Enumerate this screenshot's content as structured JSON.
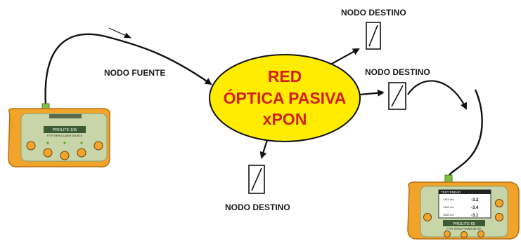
{
  "network": {
    "line1": "RED",
    "line2": "ÓPTICA PASIVA",
    "line3": "xPON",
    "fill_color": "#ffec00",
    "text_color": "#d42020"
  },
  "labels": {
    "source": "NODO FUENTE",
    "dest_top": "NODO DESTINO",
    "dest_mid": "NODO DESTINO",
    "dest_bottom": "NODO DESTINO"
  },
  "devices": {
    "source": {
      "model": "PROLITE-105",
      "subtitle": "FTTH TRIPLE LASER SOURCE",
      "body_color": "#f2a42a",
      "panel_color": "#c8d5a8"
    },
    "meter": {
      "model": "PROLITE-65",
      "subtitle": "FTTH TRIPLE POWER METER",
      "screen_header": "TEST PREAD.",
      "rows": [
        {
          "wavelength": "1310 nm",
          "value": "-3.2"
        },
        {
          "wavelength": "1490 nm",
          "value": "-3.4"
        },
        {
          "wavelength": "1550 nm",
          "value": "-3.1"
        }
      ],
      "body_color": "#f2a42a",
      "panel_color": "#c8d5a8"
    }
  },
  "colors": {
    "cable": "#111111",
    "connector": "#7ec040",
    "node_box": "#ffffff"
  }
}
